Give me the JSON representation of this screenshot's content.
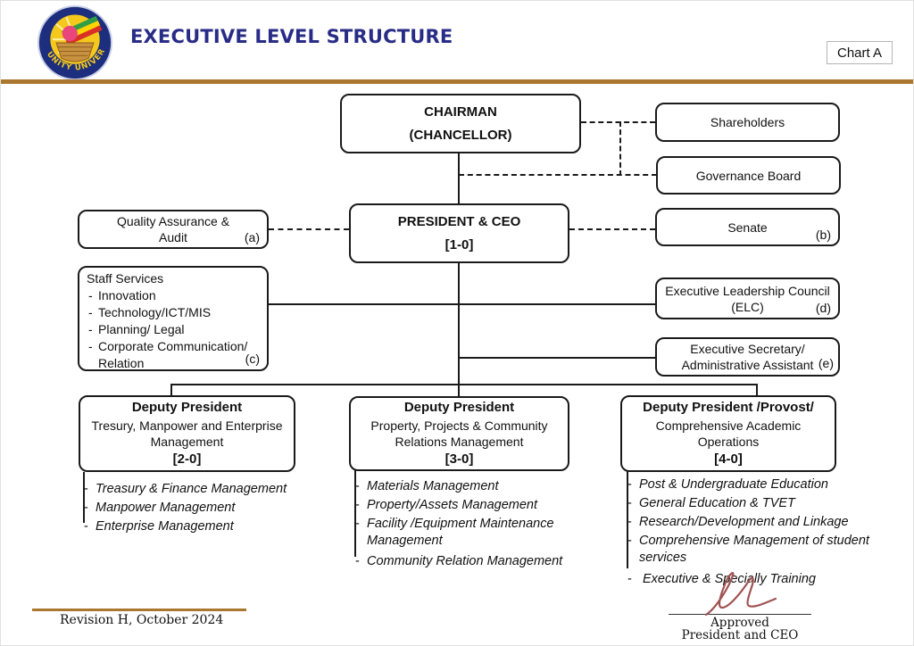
{
  "header": {
    "title": "EXECUTIVE LEVEL STRUCTURE",
    "chart_label": "Chart A",
    "logo_text": "UNITY UNIVERSITY"
  },
  "nodes": {
    "chairman": {
      "line1": "CHAIRMAN",
      "line2": "(CHANCELLOR)"
    },
    "shareholders": {
      "label": "Shareholders"
    },
    "governance_board": {
      "label": "Governance Board"
    },
    "senate": {
      "label": "Senate",
      "tag": "(b)"
    },
    "qa_audit": {
      "line1": "Quality Assurance &",
      "line2": "Audit",
      "tag": "(a)"
    },
    "president": {
      "line1": "PRESIDENT & CEO",
      "line2": "[1-0]"
    },
    "staff_services": {
      "title": "Staff Services",
      "items": [
        "Innovation",
        "Technology/ICT/MIS",
        "Planning/ Legal",
        "Corporate Communication/ Relation"
      ],
      "tag": "(c)"
    },
    "elc": {
      "line1": "Executive Leadership Council",
      "line2": "(ELC)",
      "tag": "(d)"
    },
    "exec_secretary": {
      "line1": "Executive Secretary/",
      "line2": "Administrative Assistant",
      "tag": "(e)"
    }
  },
  "deputies": [
    {
      "title": "Deputy President",
      "dept": "Tresury, Manpower and Enterprise Management",
      "code": "[2-0]",
      "items": [
        "Treasury & Finance Management",
        "Manpower Management",
        "Enterprise Management"
      ]
    },
    {
      "title": "Deputy President",
      "dept": "Property, Projects & Community Relations Management",
      "code": "[3-0]",
      "items": [
        "Materials Management",
        "Property/Assets Management",
        "Facility /Equipment Maintenance Management",
        "Community Relation Management"
      ]
    },
    {
      "title": "Deputy President /Provost/",
      "dept": "Comprehensive Academic Operations",
      "code": "[4-0]",
      "items": [
        "Post & Undergraduate Education",
        "General Education & TVET",
        "Research/Development and Linkage",
        "Comprehensive Management of student services",
        "Executive & Specially Training"
      ]
    }
  ],
  "footer": {
    "revision": "Revision H, October 2024",
    "approved_title": "Approved",
    "approved_role": "President and CEO"
  },
  "colors": {
    "title_blue": "#292c86",
    "rule_brown": "#a9772e",
    "line_black": "#1a1a1a",
    "signature_maroon": "#a05353"
  }
}
